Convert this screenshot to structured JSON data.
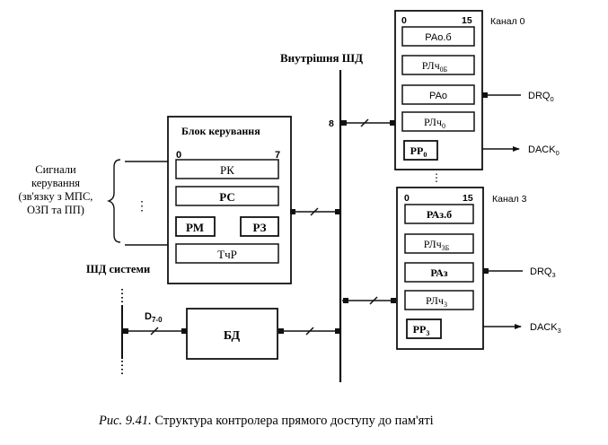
{
  "caption": {
    "prefix": "Рис. 9.41.",
    "text": " Структура контролера прямого доступу до пам'яті"
  },
  "internal_bus": {
    "label": "Внутрішня ШД",
    "width_label": "8"
  },
  "control_block": {
    "title": "Блок керування",
    "bit_low": "0",
    "bit_high": "7",
    "registers": {
      "rk": "РК",
      "rs": "РС",
      "rm": "РМ",
      "rz": "РЗ",
      "tchr": "ТчР"
    }
  },
  "control_signals": {
    "line1": "Сигнали",
    "line2": "керування",
    "line3": "(зв'язку з МПС,",
    "line4": "ОЗП та ПП)",
    "dots": "⋮"
  },
  "system_bus": {
    "label": "ШД системи",
    "data_label": "D",
    "data_sub": "7-0"
  },
  "data_buffer": {
    "label": "БД"
  },
  "channels": [
    {
      "title": "Канал 0",
      "bit_low": "0",
      "bit_high": "15",
      "reg_base_addr": "РАо.б",
      "reg_base_count": "РЛч",
      "reg_base_count_sub": "0Б",
      "reg_addr": "РАо",
      "reg_count": "РЛч",
      "reg_count_sub": "0",
      "reg_mode": "РР",
      "reg_mode_sub": "0",
      "drq": "DRQ",
      "drq_sub": "0",
      "dack": "DACK",
      "dack_sub": "0"
    },
    {
      "title": "Канал 3",
      "bit_low": "0",
      "bit_high": "15",
      "reg_base_addr": "РАз.б",
      "reg_base_count": "РЛч",
      "reg_base_count_sub": "3Б",
      "reg_addr": "РАз",
      "reg_count": "РЛч",
      "reg_count_sub": "3",
      "reg_mode": "РР",
      "reg_mode_sub": "3",
      "drq": "DRQ",
      "drq_sub": "3",
      "dack": "DACK",
      "dack_sub": "3"
    }
  ],
  "channel_gap_dots": "⋮"
}
